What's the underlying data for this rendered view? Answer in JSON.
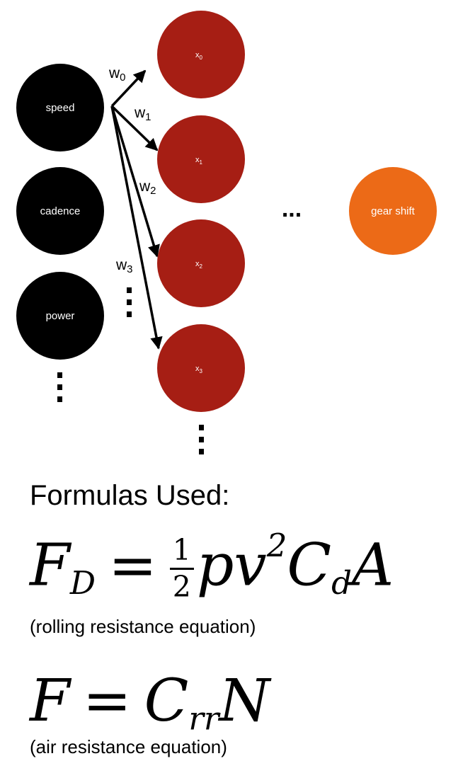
{
  "diagram": {
    "input_nodes": [
      {
        "id": "speed",
        "label": "speed"
      },
      {
        "id": "cadence",
        "label": "cadence"
      },
      {
        "id": "power",
        "label": "power"
      }
    ],
    "hidden_nodes": [
      {
        "id": "x0",
        "base": "x",
        "sub": "0"
      },
      {
        "id": "x1",
        "base": "x",
        "sub": "1"
      },
      {
        "id": "x2",
        "base": "x",
        "sub": "2"
      },
      {
        "id": "x3",
        "base": "x",
        "sub": "3"
      }
    ],
    "weights": [
      {
        "base": "w",
        "sub": "0"
      },
      {
        "base": "w",
        "sub": "1"
      },
      {
        "base": "w",
        "sub": "2"
      },
      {
        "base": "w",
        "sub": "3"
      }
    ],
    "output_node": {
      "label": "gear shift"
    },
    "colors": {
      "input": "#000000",
      "hidden": "#a61e14",
      "output": "#ec6a17",
      "arrow": "#000000"
    },
    "ellipsis": "..."
  },
  "formulas": {
    "title": "Formulas Used:",
    "drag": {
      "lhs": "F",
      "lhs_sub": "D",
      "eq": "=",
      "frac_num": "1",
      "frac_den": "2",
      "p": "p",
      "v": "v",
      "v_sup": "2",
      "c": "C",
      "c_sub": "d",
      "a": "A",
      "caption": "(rolling resistance equation)"
    },
    "rolling": {
      "lhs": "F",
      "eq": "=",
      "c": "C",
      "c_sub": "rr",
      "n": "N",
      "caption": "(air resistance equation)"
    }
  }
}
